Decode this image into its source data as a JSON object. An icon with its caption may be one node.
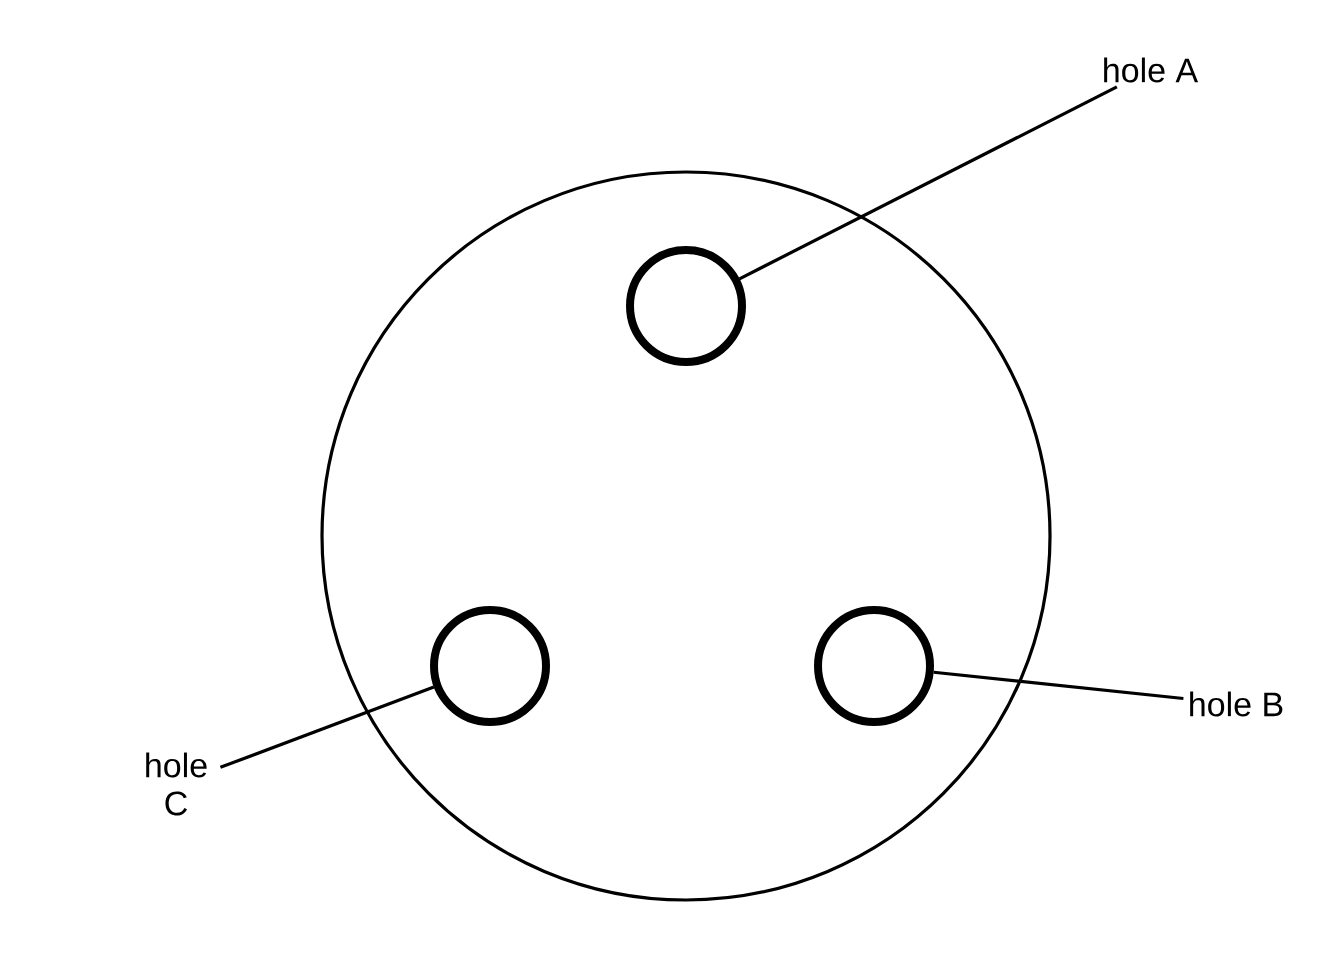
{
  "diagram": {
    "nodes": [
      {
        "text": [],
        "shape": "circle"
      },
      {
        "text": [],
        "shape": "circle",
        "in": 0
      },
      {
        "text": [],
        "shape": "circle",
        "in": 0
      },
      {
        "text": [],
        "shape": "circle",
        "in": 0
      },
      {
        "text": [
          "hole A"
        ]
      },
      {
        "text": [
          "hole B"
        ]
      },
      {
        "text": [
          "hole C"
        ]
      }
    ],
    "edges": [
      {
        "from": 4,
        "to": 1,
        "arrow": "none"
      },
      {
        "from": 5,
        "to": 2,
        "arrow": "none"
      },
      {
        "from": 6,
        "to": 3,
        "arrow": "none"
      }
    ]
  }
}
